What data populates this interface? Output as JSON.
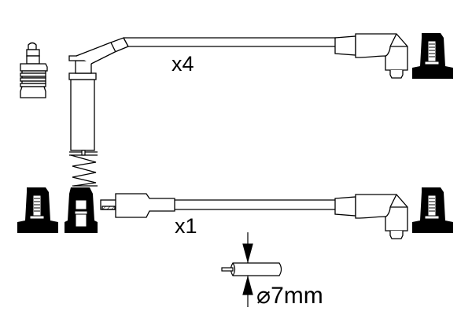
{
  "diagram": {
    "type": "ignition-cable-set-drawing",
    "colors": {
      "line": "#000000",
      "background": "#ffffff"
    },
    "cables": [
      {
        "id": "cable-long",
        "quantity_label": "x4",
        "end_a": "coil-pencil-boot-with-spring",
        "end_b": "angled-plug-boot"
      },
      {
        "id": "cable-short",
        "quantity_label": "x1",
        "end_a": "straight-coil-boot",
        "end_b": "angled-plug-boot"
      }
    ],
    "cable_cross_section": {
      "diameter_symbol": "⌀",
      "diameter_label": "7mm"
    },
    "icons": [
      "spark-plug-terminal-icon",
      "rubber-boot-icon",
      "boot-cutaway-icon",
      "spring-icon",
      "cable-section-icon",
      "dimension-arrow-icon"
    ]
  }
}
